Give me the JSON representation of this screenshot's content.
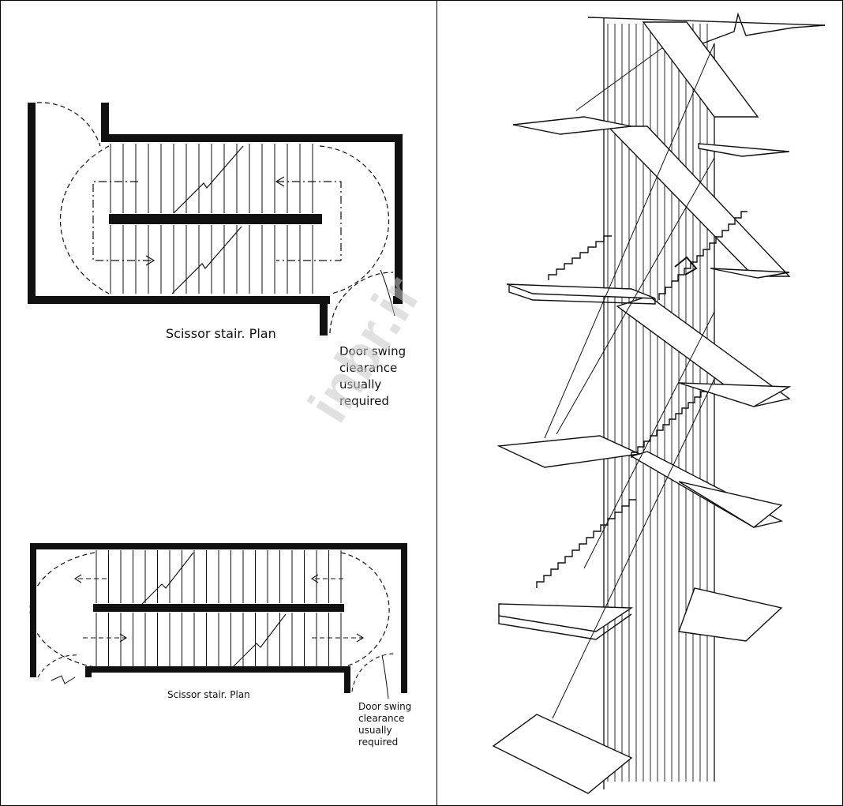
{
  "left_panel": {
    "top_plan": {
      "title": "Scissor stair. Plan",
      "note": [
        "Door swing",
        "clearance",
        "usually",
        "required"
      ]
    },
    "bottom_plan": {
      "title": "Scissor stair. Plan",
      "note": [
        "Door swing",
        "clearance",
        "usually",
        "required"
      ]
    }
  },
  "watermark": "inbr.ir",
  "colors": {
    "ink": "#111111",
    "paper": "#ffffff"
  }
}
